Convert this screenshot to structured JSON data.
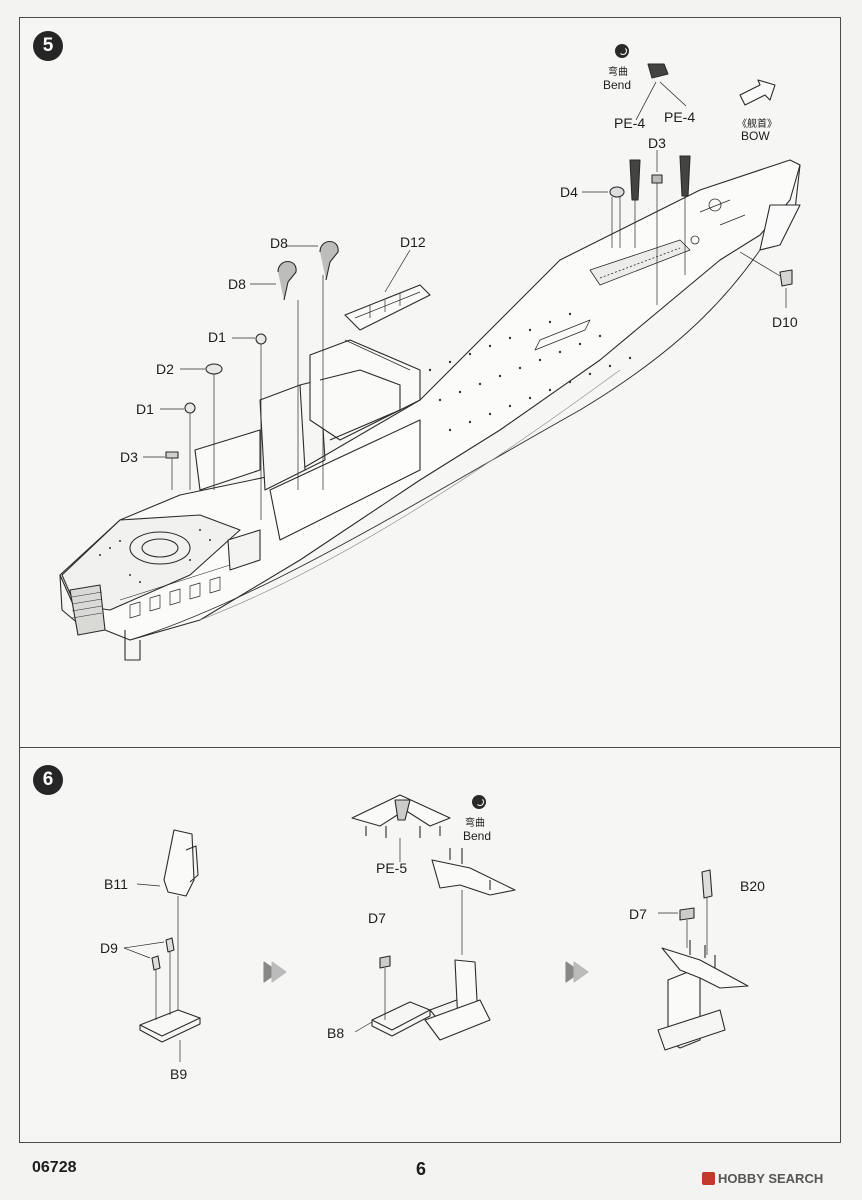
{
  "step5": {
    "number": "5",
    "bend": {
      "zh": "弯曲",
      "en": "Bend"
    },
    "bow": {
      "zh": "《舰首》",
      "en": "BOW"
    },
    "labels": {
      "pe4_left": "PE-4",
      "pe4_right": "PE-4",
      "d3_top": "D3",
      "d4": "D4",
      "d8_top": "D8",
      "d12": "D12",
      "d8_mid": "D8",
      "d1_top": "D1",
      "d2": "D2",
      "d1_mid": "D1",
      "d3_bottom": "D3",
      "d10": "D10"
    }
  },
  "step6": {
    "number": "6",
    "bend": {
      "zh": "弯曲",
      "en": "Bend"
    },
    "labels": {
      "b11": "B11",
      "d9": "D9",
      "b9": "B9",
      "pe5": "PE-5",
      "d7_mid": "D7",
      "b8": "B8",
      "b20": "B20",
      "d7_right": "D7"
    }
  },
  "footer": {
    "code": "06728",
    "page": "6",
    "brand": "HOBBY SEARCH"
  }
}
